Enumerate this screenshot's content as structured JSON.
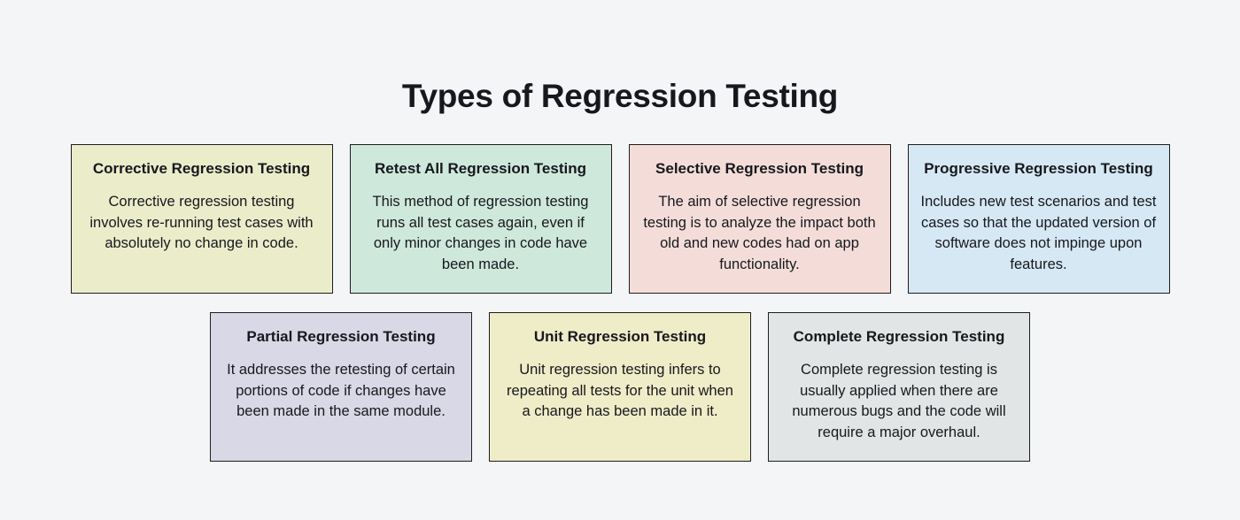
{
  "page": {
    "title": "Types of Regression Testing",
    "background_color": "#f4f5f7",
    "text_color": "#16181d"
  },
  "rows": [
    {
      "cards": [
        {
          "title": "Corrective Regression Testing",
          "body": "Corrective regression testing involves re-running test cases with absolutely no change in code.",
          "color": "#ebecca"
        },
        {
          "title": "Retest All Regression Testing",
          "body": "This method of regression testing runs all test cases again, even if only minor changes in code have been made.",
          "color": "#cfe8dc"
        },
        {
          "title": "Selective Regression Testing",
          "body": "The aim of selective regression testing is to analyze the impact both old and new codes had on app functionality.",
          "color": "#f4ddd9"
        },
        {
          "title": "Progressive Regression Testing",
          "body": "Includes new test scenarios and test cases so that the updated version of software does not impinge upon features.",
          "color": "#d6e8f4"
        }
      ]
    },
    {
      "cards": [
        {
          "title": "Partial Regression Testing",
          "body": "It addresses the retesting of certain portions of code if changes have been made in the same module.",
          "color": "#d8d8e6"
        },
        {
          "title": "Unit Regression Testing",
          "body": "Unit regression testing infers to repeating all tests for the unit when a change has been made in it.",
          "color": "#efecc8"
        },
        {
          "title": "Complete Regression Testing",
          "body": "Complete regression testing is usually applied when there are numerous bugs and the code will require a major overhaul.",
          "color": "#e2e5e5"
        }
      ]
    }
  ]
}
